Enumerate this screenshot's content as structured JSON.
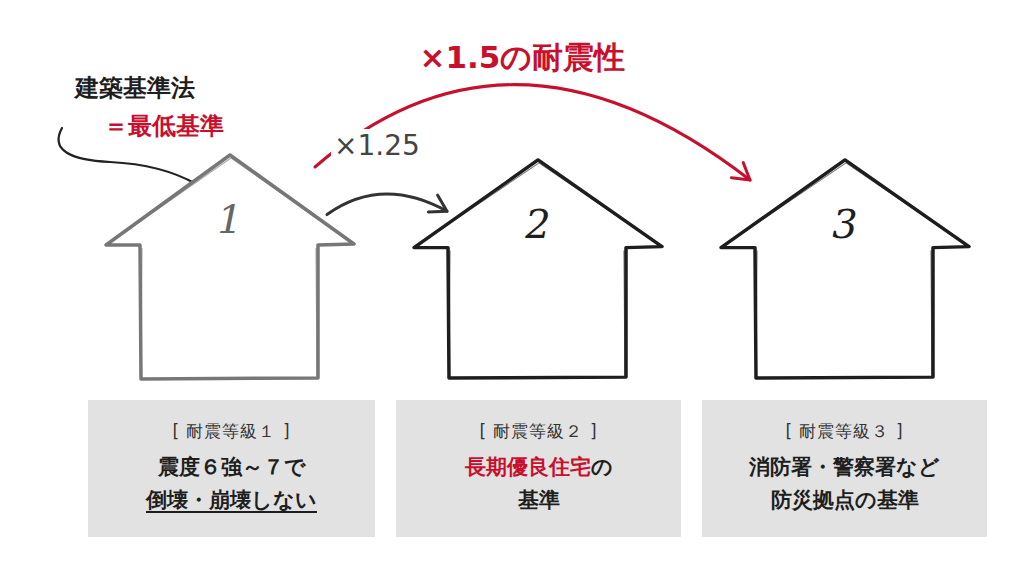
{
  "diagram": {
    "nodes": [
      {
        "text": [
          "1"
        ]
      },
      {
        "text": [
          "2"
        ]
      },
      {
        "text": [
          "3"
        ]
      },
      {
        "text": [
          "[ 耐震等級１ ]",
          "震度６強～７で",
          "倒壊・崩壊しない"
        ]
      },
      {
        "text": [
          "[ 耐震等級２ ]",
          "長期優良住宅",
          "の",
          "基準"
        ]
      },
      {
        "text": [
          "[ 耐震等級３ ]",
          "消防署・警察署など",
          "防災拠点の基準"
        ]
      }
    ],
    "edges": [
      {
        "from": 0,
        "to": 1,
        "arrow": "to",
        "label": "×1.25"
      },
      {
        "from": 0,
        "to": 2,
        "arrow": "to",
        "label": "×1.5の耐震性"
      }
    ],
    "labels": [
      "建築基準法",
      "＝最低基準"
    ]
  }
}
